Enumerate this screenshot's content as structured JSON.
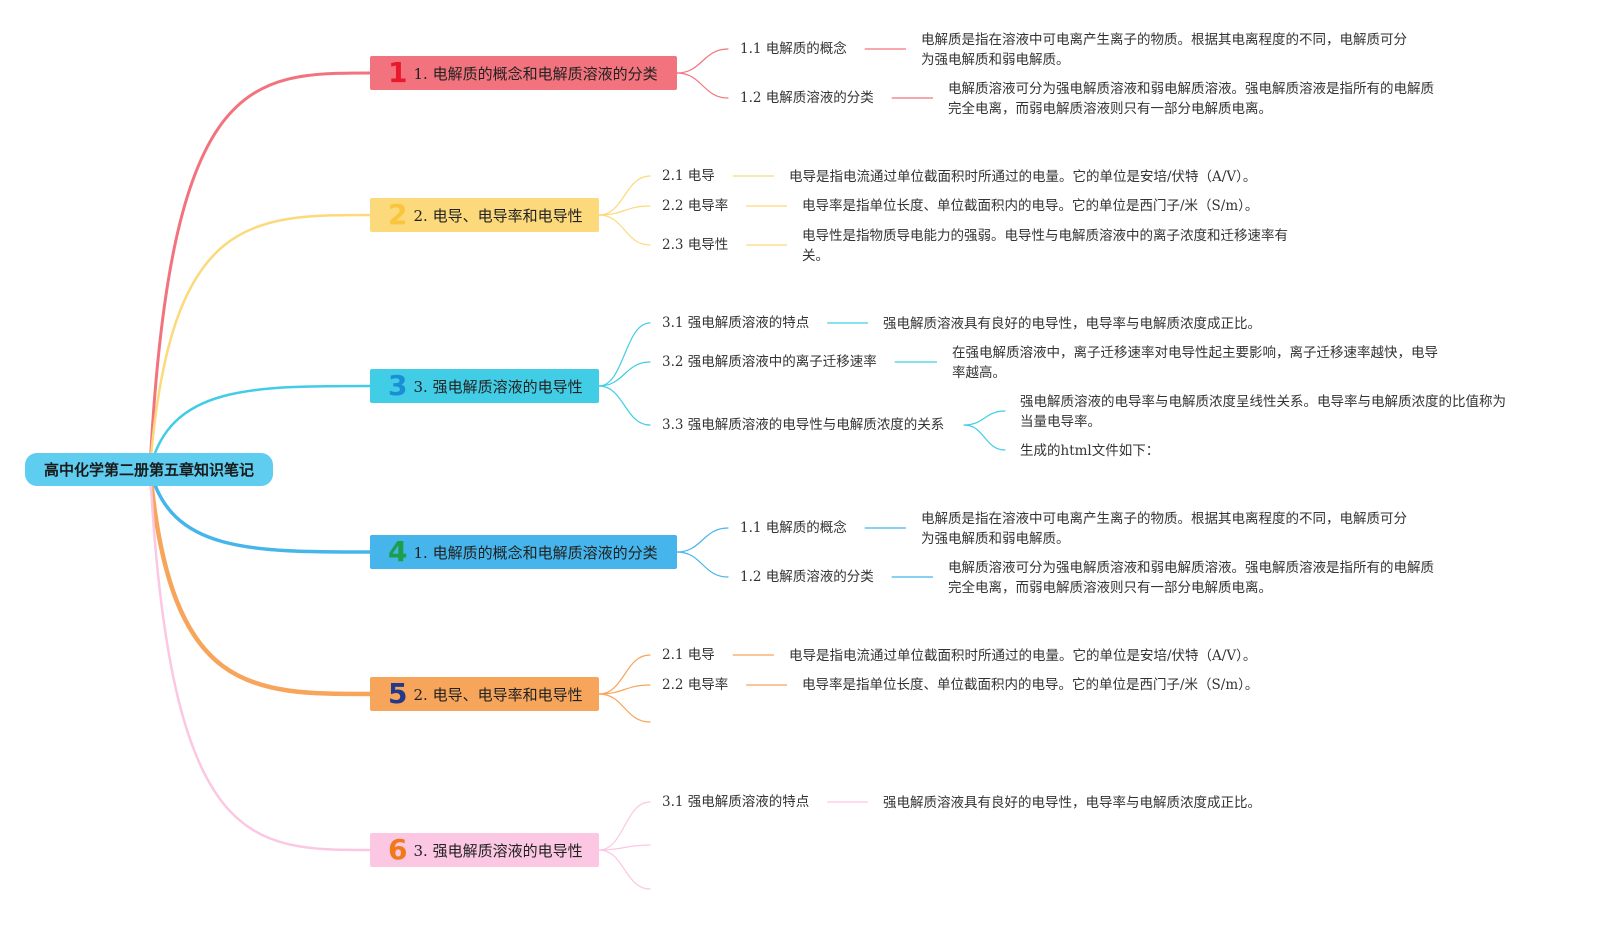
{
  "root": {
    "label": "高中化学第二册第五章知识笔记",
    "color": "#5ecdf0"
  },
  "branches": [
    {
      "num": "1",
      "label": "1. 电解质的概念和电解质溶液的分类",
      "color": "#f2737d",
      "numColor": "#e8192c",
      "subs": [
        {
          "label": "1.1 电解质的概念",
          "leaves": [
            "电解质是指在溶液中可电离产生离子的物质。根据其电离程度的不同，电解质可分为强电解质和弱电解质。"
          ]
        },
        {
          "label": "1.2 电解质溶液的分类",
          "leaves": [
            "电解质溶液可分为强电解质溶液和弱电解质溶液。强电解质溶液是指所有的电解质完全电离，而弱电解质溶液则只有一部分电解质电离。"
          ]
        }
      ]
    },
    {
      "num": "2",
      "label": "2. 电导、电导率和电导性",
      "color": "#fcd97a",
      "numColor": "#f9c53d",
      "subs": [
        {
          "label": "2.1 电导",
          "leaves": [
            "电导是指电流通过单位截面积时所通过的电量。它的单位是安培/伏特（A/V）。"
          ]
        },
        {
          "label": "2.2 电导率",
          "leaves": [
            "电导率是指单位长度、单位截面积内的电导。它的单位是西门子/米（S/m）。"
          ]
        },
        {
          "label": "2.3 电导性",
          "leaves": [
            "电导性是指物质导电能力的强弱。电导性与电解质溶液中的离子浓度和迁移速率有关。"
          ]
        }
      ]
    },
    {
      "num": "3",
      "label": "3. 强电解质溶液的电导性",
      "color": "#41cde6",
      "numColor": "#1a8fd6",
      "subs": [
        {
          "label": "3.1 强电解质溶液的特点",
          "leaves": [
            "强电解质溶液具有良好的电导性，电导率与电解质浓度成正比。"
          ]
        },
        {
          "label": "3.2 强电解质溶液中的离子迁移速率",
          "leaves": [
            "在强电解质溶液中，离子迁移速率对电导性起主要影响，离子迁移速率越快，电导率越高。"
          ]
        },
        {
          "label": "3.3 强电解质溶液的电导性与电解质浓度的关系",
          "leaves": [
            "强电解质溶液的电导率与电解质浓度呈线性关系。电导率与电解质浓度的比值称为当量电导率。",
            "生成的html文件如下："
          ]
        }
      ]
    },
    {
      "num": "4",
      "label": "1. 电解质的概念和电解质溶液的分类",
      "color": "#45b5eb",
      "numColor": "#1c9e4a",
      "subs": [
        {
          "label": "1.1 电解质的概念",
          "leaves": [
            "电解质是指在溶液中可电离产生离子的物质。根据其电离程度的不同，电解质可分为强电解质和弱电解质。"
          ]
        },
        {
          "label": "1.2 电解质溶液的分类",
          "leaves": [
            "电解质溶液可分为强电解质溶液和弱电解质溶液。强电解质溶液是指所有的电解质完全电离，而弱电解质溶液则只有一部分电解质电离。"
          ]
        }
      ]
    },
    {
      "num": "5",
      "label": "2. 电导、电导率和电导性",
      "color": "#f6a55b",
      "numColor": "#233a8a",
      "subs": [
        {
          "label": "2.1 电导",
          "leaves": [
            "电导是指电流通过单位截面积时所通过的电量。它的单位是安培/伏特（A/V）。"
          ]
        },
        {
          "label": "2.2 电导率",
          "leaves": [
            "电导率是指单位长度、单位截面积内的电导。它的单位是西门子/米（S/m）。"
          ]
        },
        {
          "label": "",
          "leaves": []
        }
      ]
    },
    {
      "num": "6",
      "label": "3. 强电解质溶液的电导性",
      "color": "#fbc7e3",
      "numColor": "#f07a1a",
      "subs": [
        {
          "label": "3.1 强电解质溶液的特点",
          "leaves": [
            "强电解质溶液具有良好的电导性，电导率与电解质浓度成正比。"
          ]
        },
        {
          "label": "",
          "leaves": []
        },
        {
          "label": "",
          "leaves": []
        }
      ]
    }
  ]
}
